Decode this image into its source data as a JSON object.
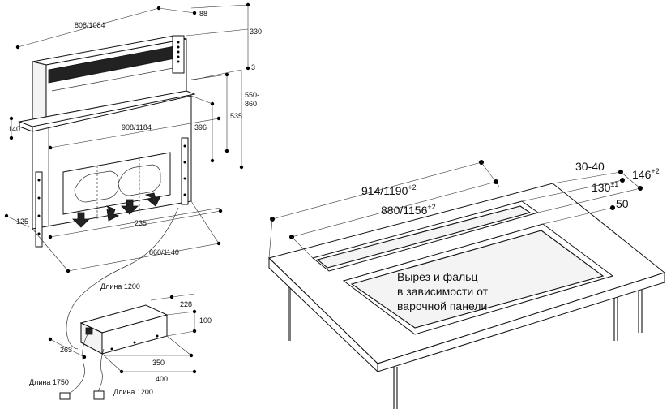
{
  "left_drawing": {
    "dims": {
      "width_top": "808/1084",
      "depth_top": "88",
      "height_raised": "330",
      "lip": "3",
      "height_range": "550-\n860",
      "height_535": "535",
      "height_396": "396",
      "side_140": "140",
      "width_mid": "908/1184",
      "span_235": "235",
      "side_125": "125",
      "width_bottom": "860/1140"
    },
    "cable_top": "Длина 1200"
  },
  "motor_unit": {
    "dims": {
      "d228": "228",
      "d100": "100",
      "d263": "263",
      "d350": "350",
      "d400": "400"
    },
    "cable_1750": "Длина 1750",
    "cable_1200": "Длина 1200"
  },
  "right_drawing": {
    "dims": {
      "outer_width": "914/1190",
      "outer_tol": "+2",
      "inner_width": "880/1156",
      "inner_tol": "+2",
      "d3040": "30-40",
      "d146": "146",
      "d146_tol": "+2",
      "d130": "130",
      "d130_tol": "±1",
      "d50": "50"
    },
    "caption": [
      "Вырез и фальц",
      "в зависимости от",
      "варочной панели"
    ]
  }
}
